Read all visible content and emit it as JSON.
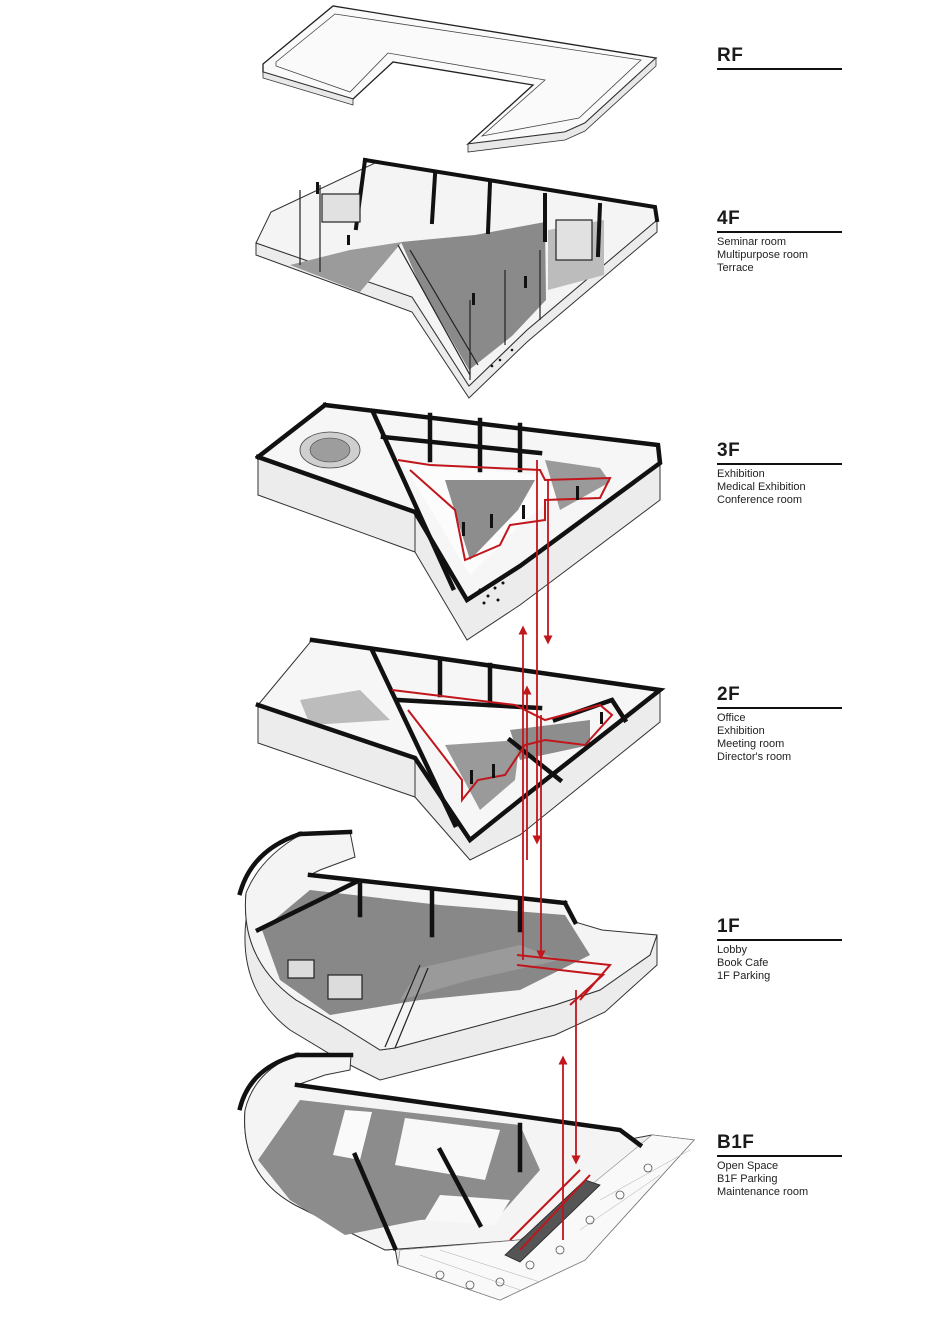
{
  "floors": [
    {
      "id": "rf",
      "label": "RF",
      "rooms": []
    },
    {
      "id": "4f",
      "label": "4F",
      "rooms": [
        "Seminar room",
        "Multipurpose room",
        "Terrace"
      ]
    },
    {
      "id": "3f",
      "label": "3F",
      "rooms": [
        "Exhibition",
        "Medical Exhibition",
        "Conference room"
      ]
    },
    {
      "id": "2f",
      "label": "2F",
      "rooms": [
        "Office",
        "Exhibition",
        "Meeting room",
        "Director's room"
      ]
    },
    {
      "id": "1f",
      "label": "1F",
      "rooms": [
        "Lobby",
        "Book Cafe",
        "1F Parking"
      ]
    },
    {
      "id": "b1f",
      "label": "B1F",
      "rooms": [
        "Open Space",
        "B1F Parking",
        "Maintenance room"
      ]
    }
  ],
  "colors": {
    "wall": "#111111",
    "floor": "#7d7d7d",
    "floor_light": "#a9a9a9",
    "slab_side": "#ececec",
    "circulation": "#c0161c"
  }
}
